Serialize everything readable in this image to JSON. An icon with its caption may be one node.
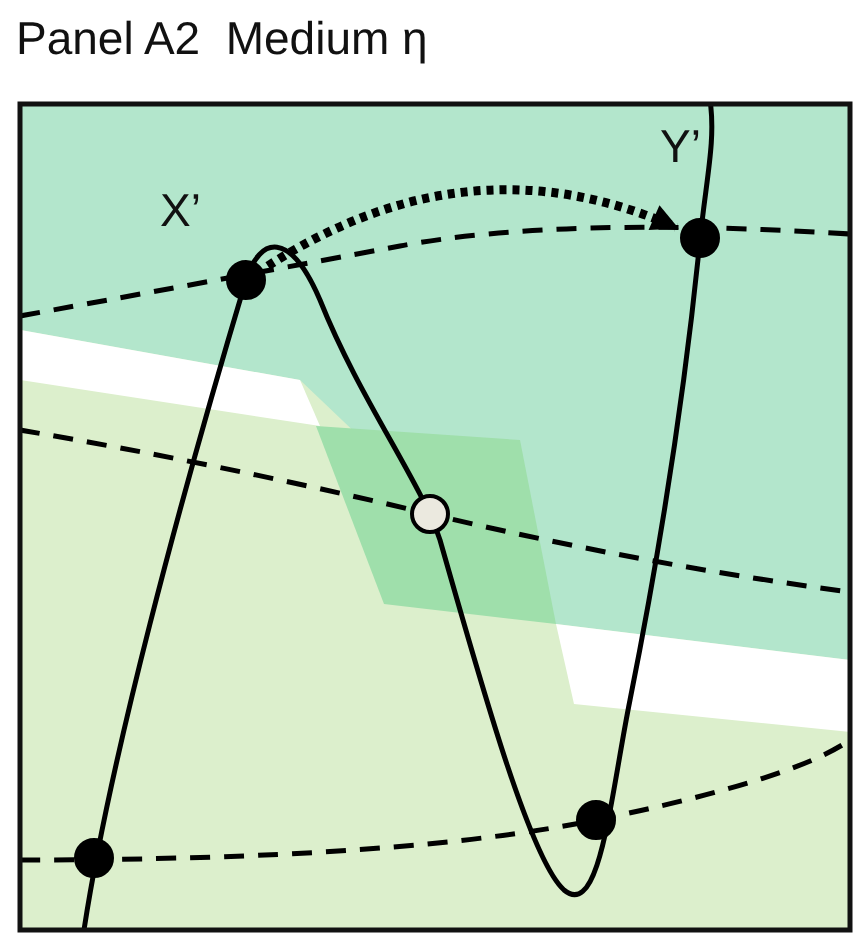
{
  "diagram": {
    "title": "Panel A2  Medium η",
    "nodes": [
      {
        "text": [],
        "shape": "circle"
      },
      {
        "text": [],
        "shape": "circle",
        "beside": [
          "X’"
        ]
      },
      {
        "text": [],
        "shape": "circle"
      },
      {
        "text": [],
        "shape": "circle"
      },
      {
        "text": [],
        "shape": "circle",
        "beside": [
          "Y’"
        ]
      }
    ],
    "edges": [
      {
        "from": 1,
        "to": 4,
        "arrow": "to",
        "style": "dashed"
      }
    ]
  }
}
